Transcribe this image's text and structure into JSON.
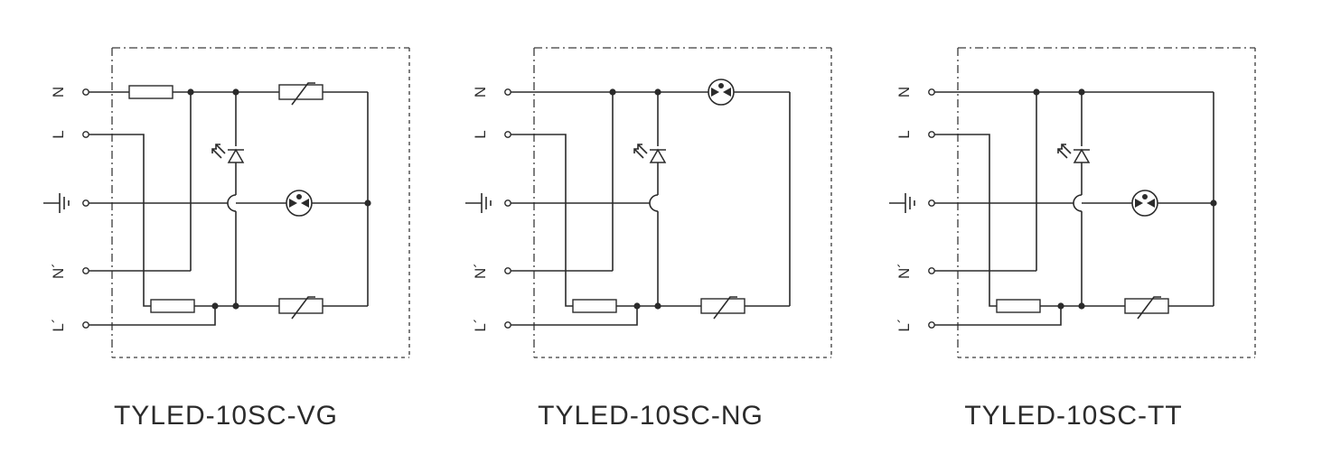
{
  "pins": {
    "n": "N",
    "l": "L",
    "n_prime": "N´",
    "l_prime": "L´"
  },
  "modules": [
    {
      "id": "vg",
      "title": "TYLED-10SC-VG"
    },
    {
      "id": "ng",
      "title": "TYLED-10SC-NG"
    },
    {
      "id": "tt",
      "title": "TYLED-10SC-TT"
    }
  ],
  "colors": {
    "line": "#2b2b2b",
    "background": "#ffffff"
  },
  "icons": [
    "ground-icon",
    "fuse-icon",
    "varistor-icon",
    "gas-discharge-tube-icon",
    "led-indicator-icon",
    "terminal-icon"
  ]
}
